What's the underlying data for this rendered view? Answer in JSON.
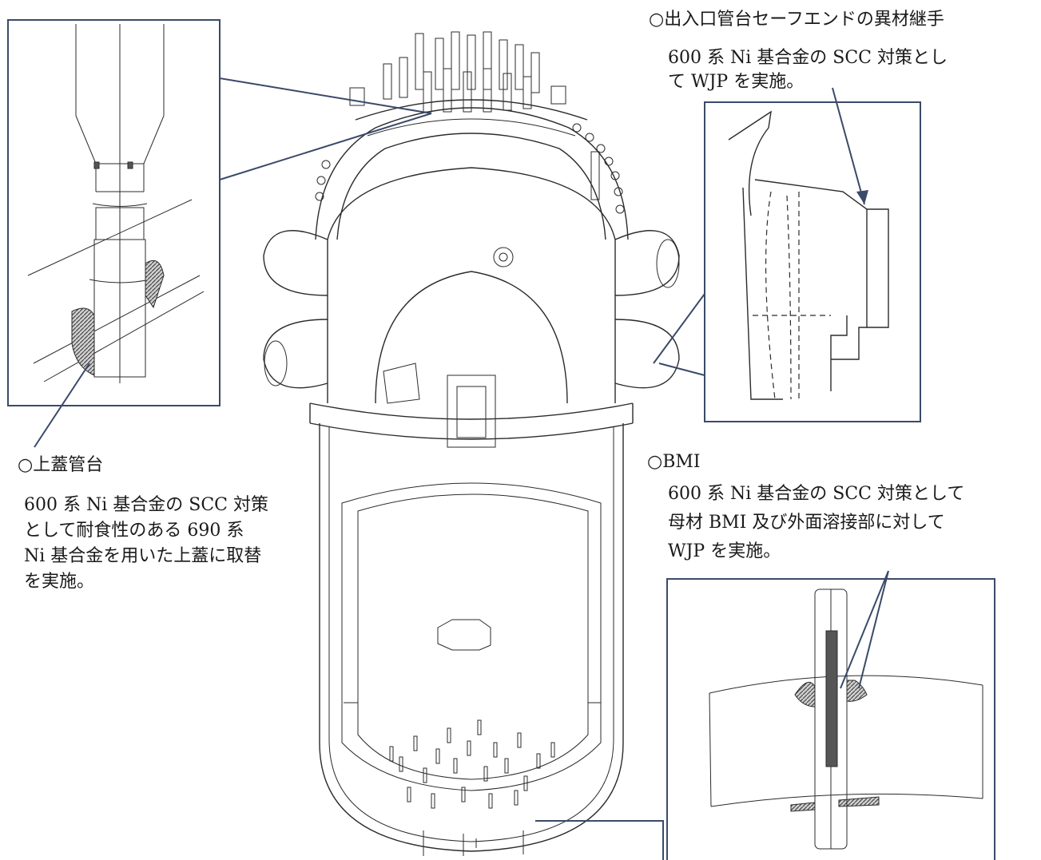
{
  "callouts": {
    "safe_end": {
      "title": "○出入口管台セーフエンドの異材継手",
      "lines": [
        "600 系 Ni 基合金の SCC 対策とし",
        "て WJP を実施。"
      ]
    },
    "upper_head": {
      "title": "○上蓋管台",
      "lines": [
        "600 系 Ni 基合金の SCC 対策",
        "として耐食性のある 690 系",
        "Ni 基合金を用いた上蓋に取替",
        "を実施。"
      ]
    },
    "bmi": {
      "title": "○BMI",
      "lines": [
        "600 系 Ni 基合金の SCC 対策として",
        "母材 BMI 及び外面溶接部に対して",
        "WJP を実施。"
      ]
    }
  },
  "colors": {
    "frame": "#3a4a68",
    "line": "#2b2b2b",
    "weld_fill": "#9a9a9a"
  }
}
